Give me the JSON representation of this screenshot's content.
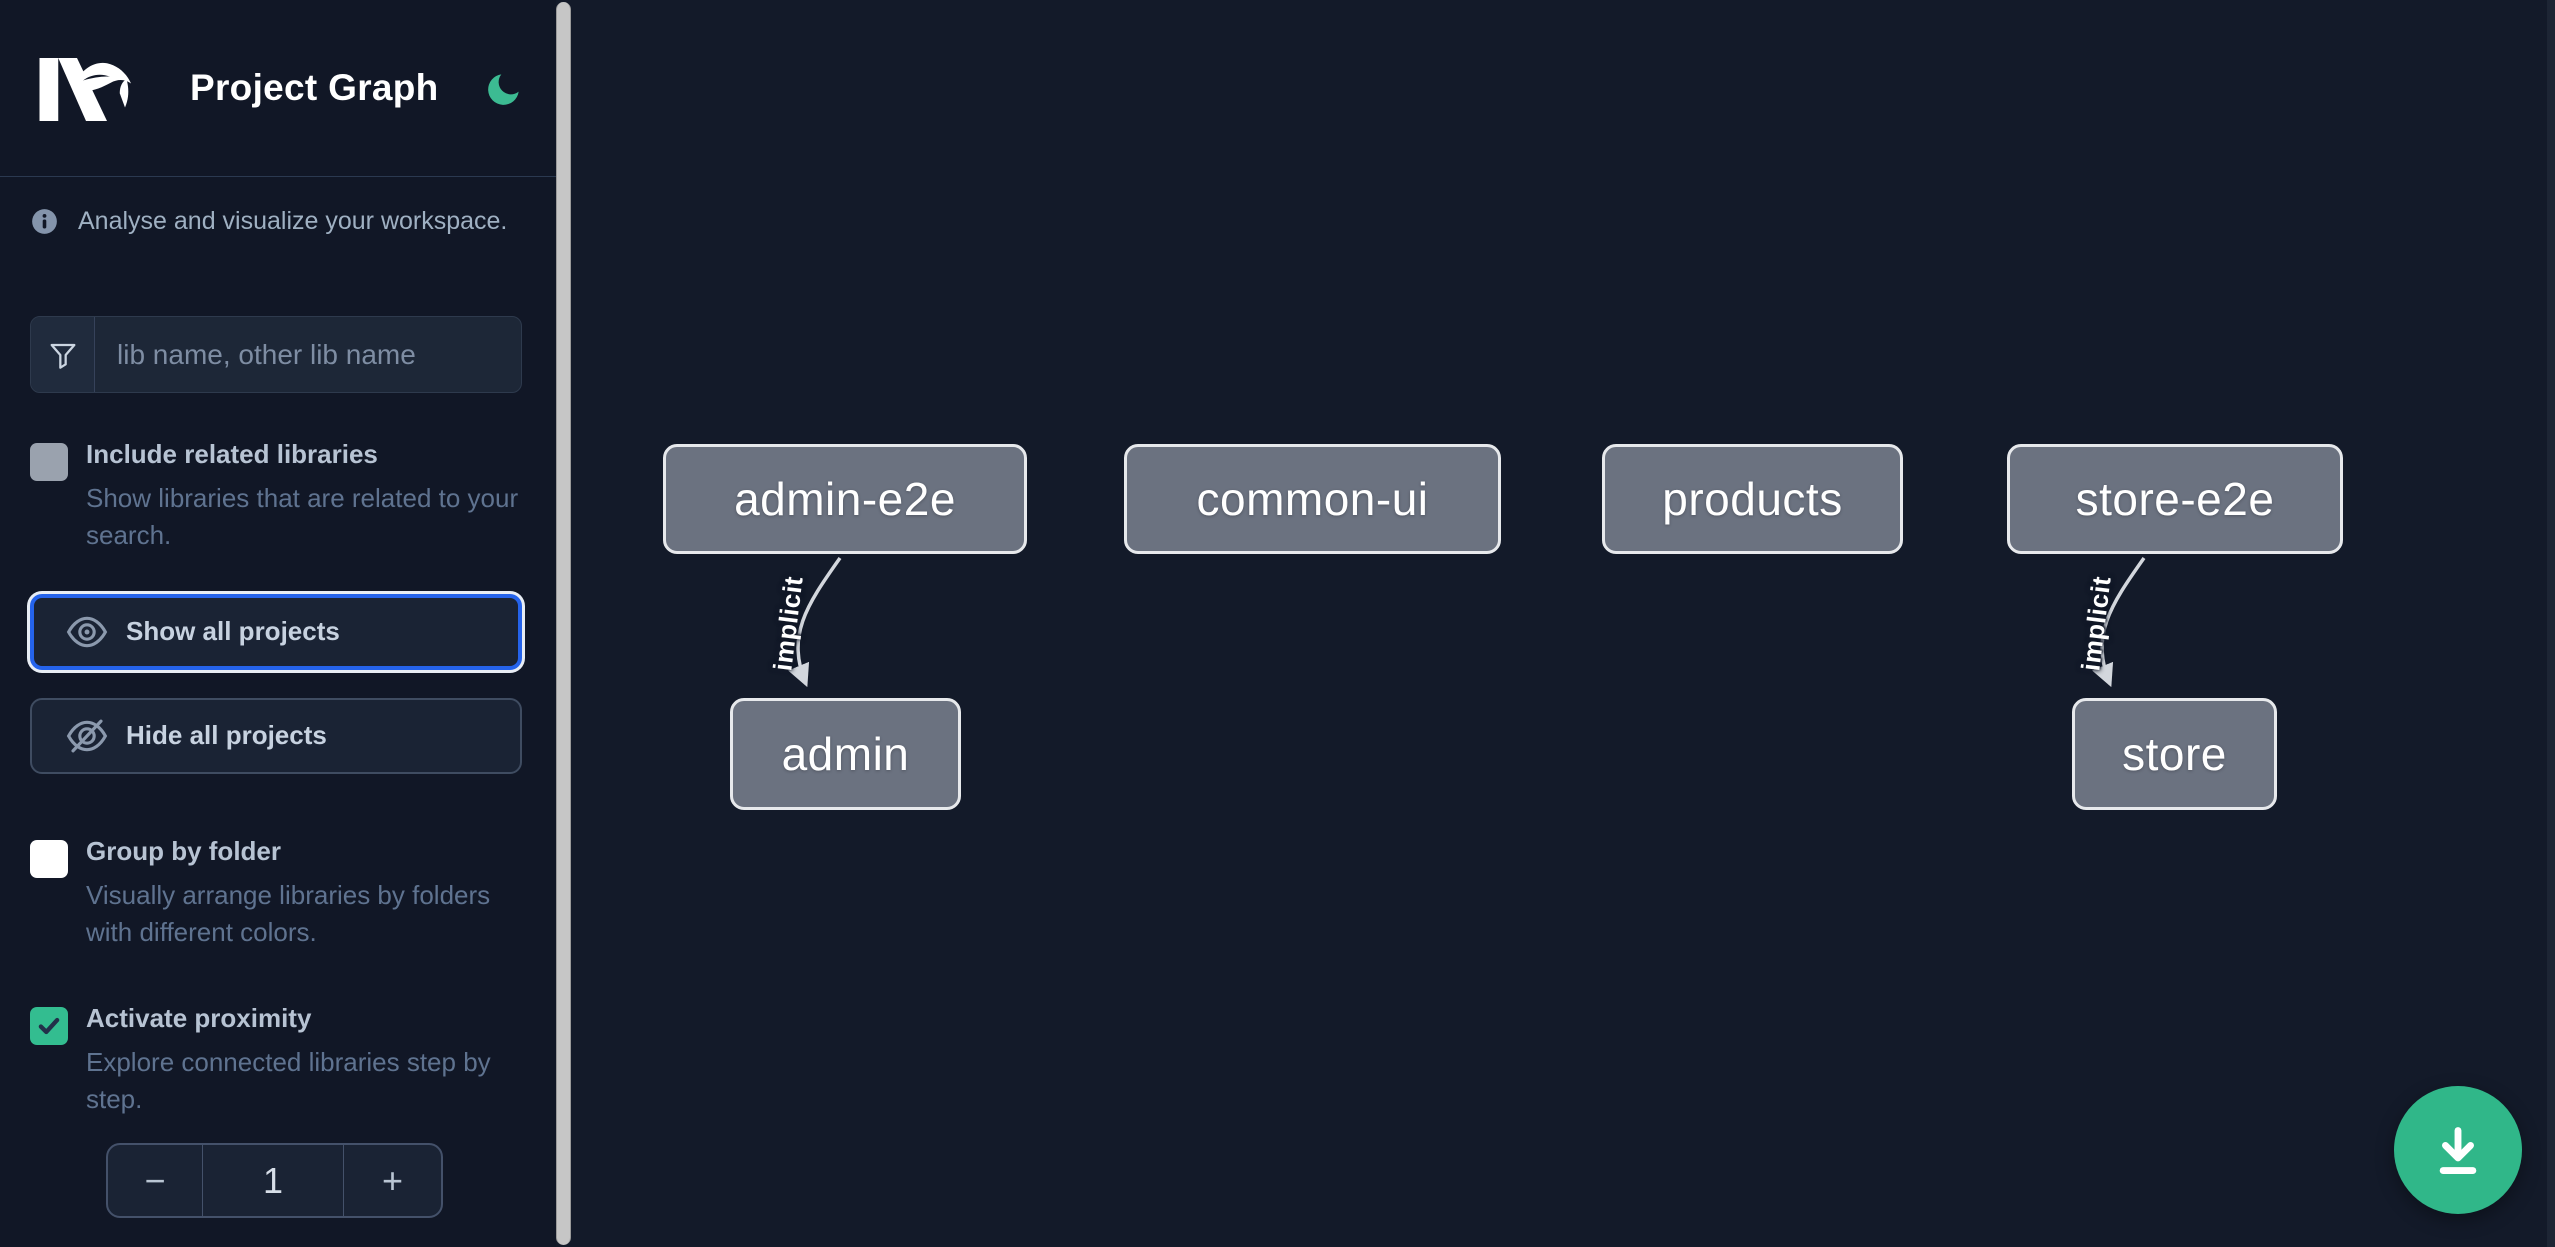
{
  "header": {
    "title": "Project Graph"
  },
  "sidebar": {
    "tagline": "Analyse and visualize your workspace.",
    "filter": {
      "placeholder": "lib name, other lib name",
      "value": ""
    },
    "include_related": {
      "label": "Include related libraries",
      "description": "Show libraries that are related to your search.",
      "checked": false
    },
    "buttons": {
      "show_all": "Show all projects",
      "hide_all": "Hide all projects"
    },
    "group_by_folder": {
      "label": "Group by folder",
      "description": "Visually arrange libraries by folders with different colors.",
      "checked": false
    },
    "activate_proximity": {
      "label": "Activate proximity",
      "description": "Explore connected libraries step by step.",
      "checked": true
    },
    "proximity_stepper": {
      "decrement_label": "−",
      "value": "1",
      "increment_label": "+"
    }
  },
  "graph": {
    "nodes": [
      {
        "id": "admin-e2e",
        "label": "admin-e2e"
      },
      {
        "id": "common-ui",
        "label": "common-ui"
      },
      {
        "id": "products",
        "label": "products"
      },
      {
        "id": "store-e2e",
        "label": "store-e2e"
      },
      {
        "id": "admin",
        "label": "admin"
      },
      {
        "id": "store",
        "label": "store"
      }
    ],
    "edges": [
      {
        "source": "admin-e2e",
        "target": "admin",
        "label": "implicit"
      },
      {
        "source": "store-e2e",
        "target": "store",
        "label": "implicit"
      }
    ]
  },
  "fab": {
    "icon": "download-icon"
  },
  "colors": {
    "sidebar_bg": "#111726",
    "canvas_bg": "#131a29",
    "node_fill": "#6b7280",
    "node_border": "#e7e9ec",
    "accent_green": "#33bd90",
    "focus_blue": "#2563eb",
    "edge_gray": "#d3d7dd"
  }
}
